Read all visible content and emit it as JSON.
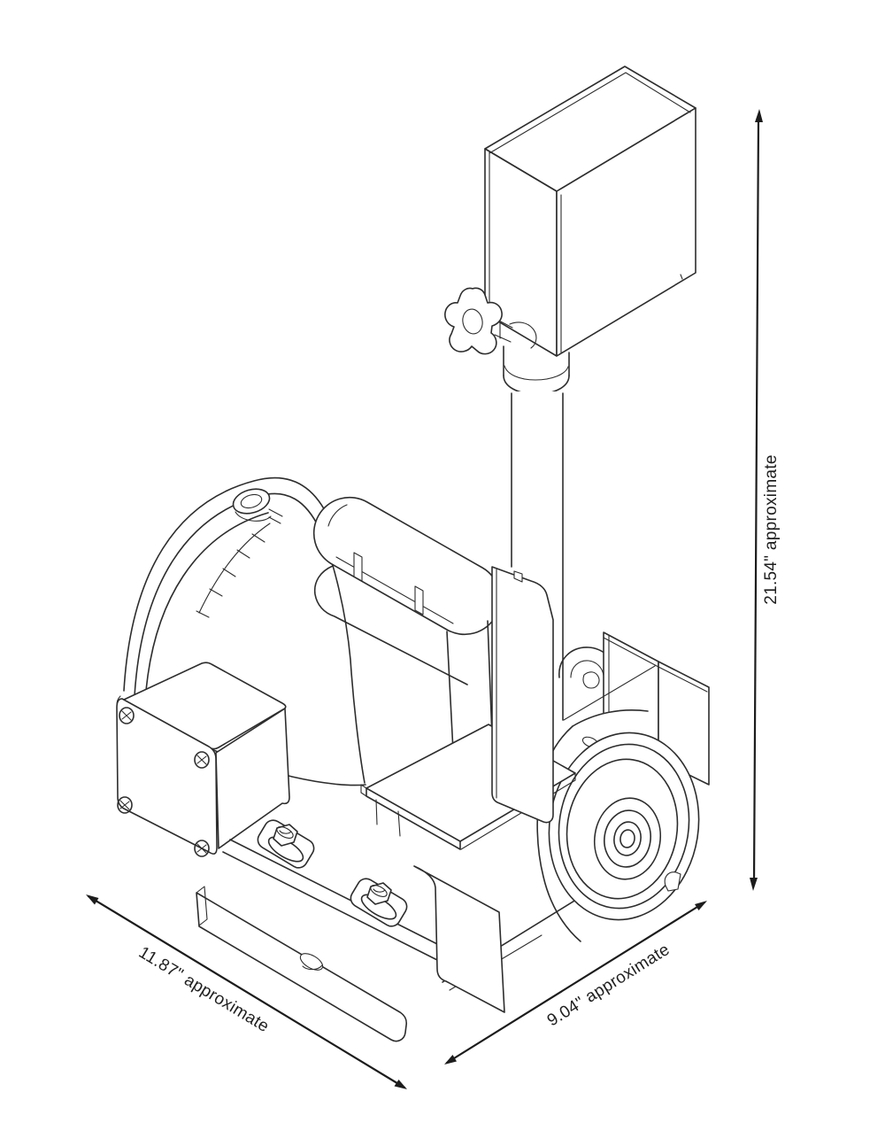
{
  "figure": {
    "labels": {
      "height_dim": "21.54\" approximate",
      "width_dim": "11.87\" approximate",
      "depth_dim": "9.04\" approximate"
    },
    "colors": {
      "line": "#2d2d2d",
      "dimension_line": "#1c1c1c",
      "text": "#1f1f1f",
      "background": "#ffffff"
    }
  }
}
